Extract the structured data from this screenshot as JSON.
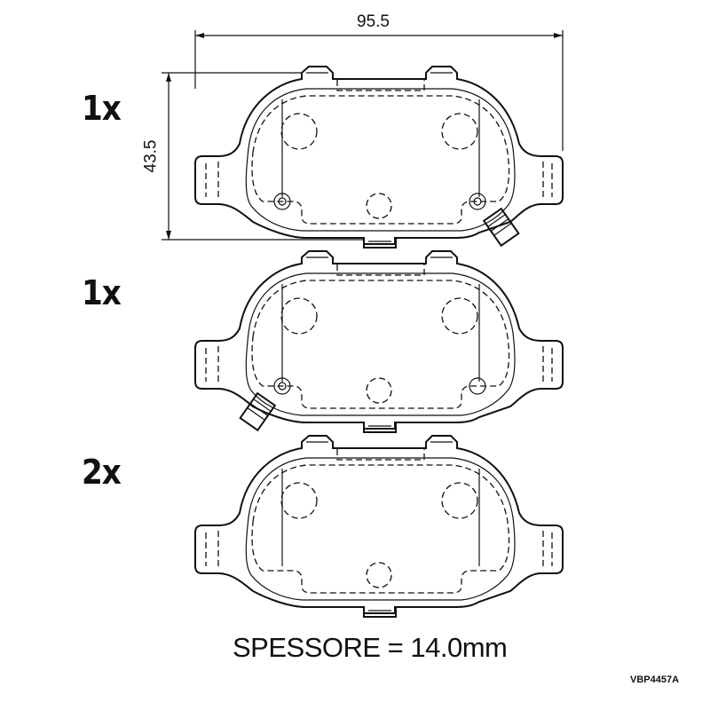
{
  "dimensions": {
    "width": "95.5",
    "height": "43.5"
  },
  "pads": [
    {
      "quantity": "1x",
      "variant": "wear-indicator-right"
    },
    {
      "quantity": "1x",
      "variant": "wear-indicator-left"
    },
    {
      "quantity": "2x",
      "variant": "plain"
    }
  ],
  "thickness_label": "SPESSORE = 14.0mm",
  "part_code": "VBP4457A"
}
